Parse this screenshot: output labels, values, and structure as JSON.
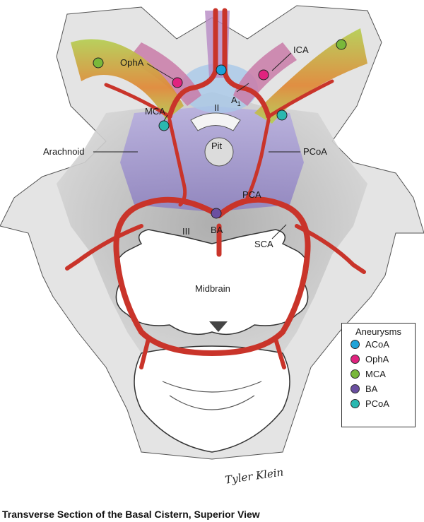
{
  "figure": {
    "caption": "Transverse Section of the Basal Cistern, Superior View",
    "signature": "Tyler Klein"
  },
  "labels": {
    "opha": "OphA",
    "ica": "ICA",
    "a1": "A",
    "a1_sub": "1",
    "cn2": "II",
    "mca": "MCA",
    "arachnoid": "Arachnoid",
    "pit": "Pit",
    "pcoa": "PCoA",
    "pca": "PCA",
    "cn3": "III",
    "ba": "BA",
    "sca": "SCA",
    "midbrain": "Midbrain"
  },
  "legend": {
    "title": "Aneurysms",
    "items": [
      {
        "label": "ACoA",
        "color": "#1fa3d8"
      },
      {
        "label": "OphA",
        "color": "#e0237f"
      },
      {
        "label": "MCA",
        "color": "#79b83a"
      },
      {
        "label": "BA",
        "color": "#6a4fa0"
      },
      {
        "label": "PCoA",
        "color": "#2ab8b0"
      }
    ]
  },
  "colors": {
    "artery": "#c9342a",
    "arachnoid": "#9a8cc8",
    "tissue_gray": "#b8b8b8",
    "orange": "#e08a3a",
    "green": "#a6c24a"
  }
}
